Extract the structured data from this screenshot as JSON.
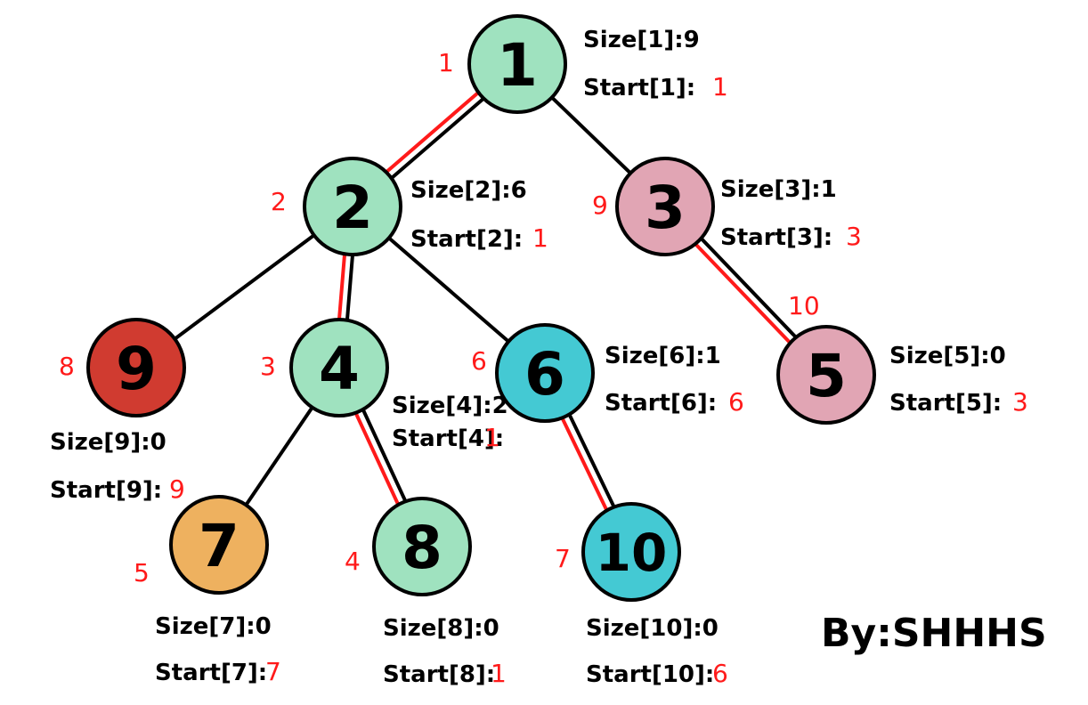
{
  "colors": {
    "light_green": "#9fe2bf",
    "pink": "#e1a5b4",
    "dark_red": "#d03b30",
    "cyan": "#44c9d3",
    "orange": "#eeb15f",
    "heavy_edge": "#ff1a1a",
    "edge": "#000000"
  },
  "nodes": [
    {
      "id": "1",
      "dfs_order": "1",
      "size_text": "Size[1]:9",
      "start_label": "Start[1]:",
      "start_value": "1",
      "color": "light_green"
    },
    {
      "id": "2",
      "dfs_order": "2",
      "size_text": "Size[2]:6",
      "start_label": "Start[2]:",
      "start_value": "1",
      "color": "light_green"
    },
    {
      "id": "3",
      "dfs_order": "9",
      "size_text": "Size[3]:1",
      "start_label": "Start[3]:",
      "start_value": "3",
      "color": "pink"
    },
    {
      "id": "9",
      "dfs_order": "8",
      "size_text": "Size[9]:0",
      "start_label": "Start[9]:",
      "start_value": "9",
      "color": "dark_red"
    },
    {
      "id": "4",
      "dfs_order": "3",
      "size_text": "Size[4]:2",
      "start_label": "Start[4]:",
      "start_value": "1",
      "color": "light_green"
    },
    {
      "id": "6",
      "dfs_order": "6",
      "size_text": "Size[6]:1",
      "start_label": "Start[6]:",
      "start_value": "6",
      "color": "cyan"
    },
    {
      "id": "5",
      "dfs_order": "10",
      "size_text": "Size[5]:0",
      "start_label": "Start[5]:",
      "start_value": "3",
      "color": "pink"
    },
    {
      "id": "7",
      "dfs_order": "5",
      "size_text": "Size[7]:0",
      "start_label": "Start[7]:",
      "start_value": "7",
      "color": "orange"
    },
    {
      "id": "8",
      "dfs_order": "4",
      "size_text": "Size[8]:0",
      "start_label": "Start[8]:",
      "start_value": "1",
      "color": "light_green"
    },
    {
      "id": "10",
      "dfs_order": "7",
      "size_text": "Size[10]:0",
      "start_label": "Start[10]:",
      "start_value": "6",
      "color": "cyan"
    }
  ],
  "edges": [
    {
      "from": "1",
      "to": "2",
      "heavy": true
    },
    {
      "from": "1",
      "to": "3",
      "heavy": false
    },
    {
      "from": "2",
      "to": "9",
      "heavy": false
    },
    {
      "from": "2",
      "to": "4",
      "heavy": true
    },
    {
      "from": "2",
      "to": "6",
      "heavy": false
    },
    {
      "from": "3",
      "to": "5",
      "heavy": true
    },
    {
      "from": "4",
      "to": "7",
      "heavy": false
    },
    {
      "from": "4",
      "to": "8",
      "heavy": true
    },
    {
      "from": "6",
      "to": "10",
      "heavy": true
    }
  ],
  "credit": "By:SHHHS"
}
